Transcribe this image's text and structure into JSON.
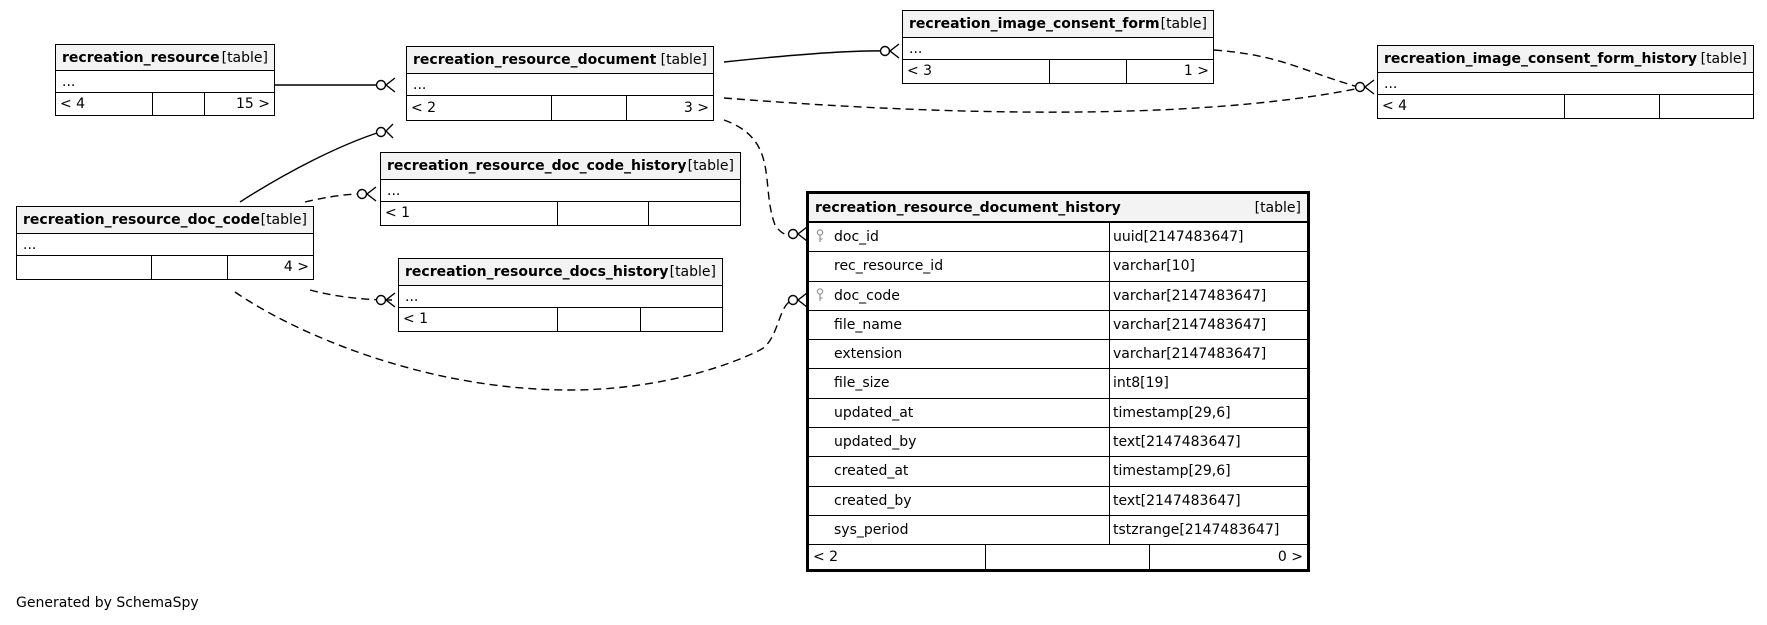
{
  "tables": {
    "recreation_resource": {
      "name": "recreation_resource",
      "kind": "[table]",
      "ellipsis": "...",
      "footer": [
        "< 4",
        "",
        "15 >"
      ]
    },
    "recreation_resource_document": {
      "name": "recreation_resource_document",
      "kind": "[table]",
      "ellipsis": "...",
      "footer": [
        "< 2",
        "",
        "3 >"
      ]
    },
    "recreation_image_consent_form": {
      "name": "recreation_image_consent_form",
      "kind": "[table]",
      "ellipsis": "...",
      "footer": [
        "< 3",
        "",
        "1 >"
      ]
    },
    "recreation_image_consent_form_history": {
      "name": "recreation_image_consent_form_history",
      "kind": "[table]",
      "ellipsis": "...",
      "footer": [
        "< 4",
        "",
        ""
      ]
    },
    "recreation_resource_doc_code_history": {
      "name": "recreation_resource_doc_code_history",
      "kind": "[table]",
      "ellipsis": "...",
      "footer": [
        "< 1",
        "",
        ""
      ]
    },
    "recreation_resource_doc_code": {
      "name": "recreation_resource_doc_code",
      "kind": "[table]",
      "ellipsis": "...",
      "footer": [
        "",
        "",
        "4 >"
      ]
    },
    "recreation_resource_docs_history": {
      "name": "recreation_resource_docs_history",
      "kind": "[table]",
      "ellipsis": "...",
      "footer": [
        "< 1",
        "",
        ""
      ]
    },
    "recreation_resource_document_history": {
      "name": "recreation_resource_document_history",
      "kind": "[table]",
      "columns": [
        {
          "name": "doc_id",
          "type": "uuid[2147483647]",
          "key": true
        },
        {
          "name": "rec_resource_id",
          "type": "varchar[10]",
          "key": false
        },
        {
          "name": "doc_code",
          "type": "varchar[2147483647]",
          "key": true
        },
        {
          "name": "file_name",
          "type": "varchar[2147483647]",
          "key": false
        },
        {
          "name": "extension",
          "type": "varchar[2147483647]",
          "key": false
        },
        {
          "name": "file_size",
          "type": "int8[19]",
          "key": false
        },
        {
          "name": "updated_at",
          "type": "timestamp[29,6]",
          "key": false
        },
        {
          "name": "updated_by",
          "type": "text[2147483647]",
          "key": false
        },
        {
          "name": "created_at",
          "type": "timestamp[29,6]",
          "key": false
        },
        {
          "name": "created_by",
          "type": "text[2147483647]",
          "key": false
        },
        {
          "name": "sys_period",
          "type": "tstzrange[2147483647]",
          "key": false
        }
      ],
      "footer": [
        "< 2",
        "",
        "0 >"
      ]
    }
  },
  "footer_text": "Generated by SchemaSpy"
}
